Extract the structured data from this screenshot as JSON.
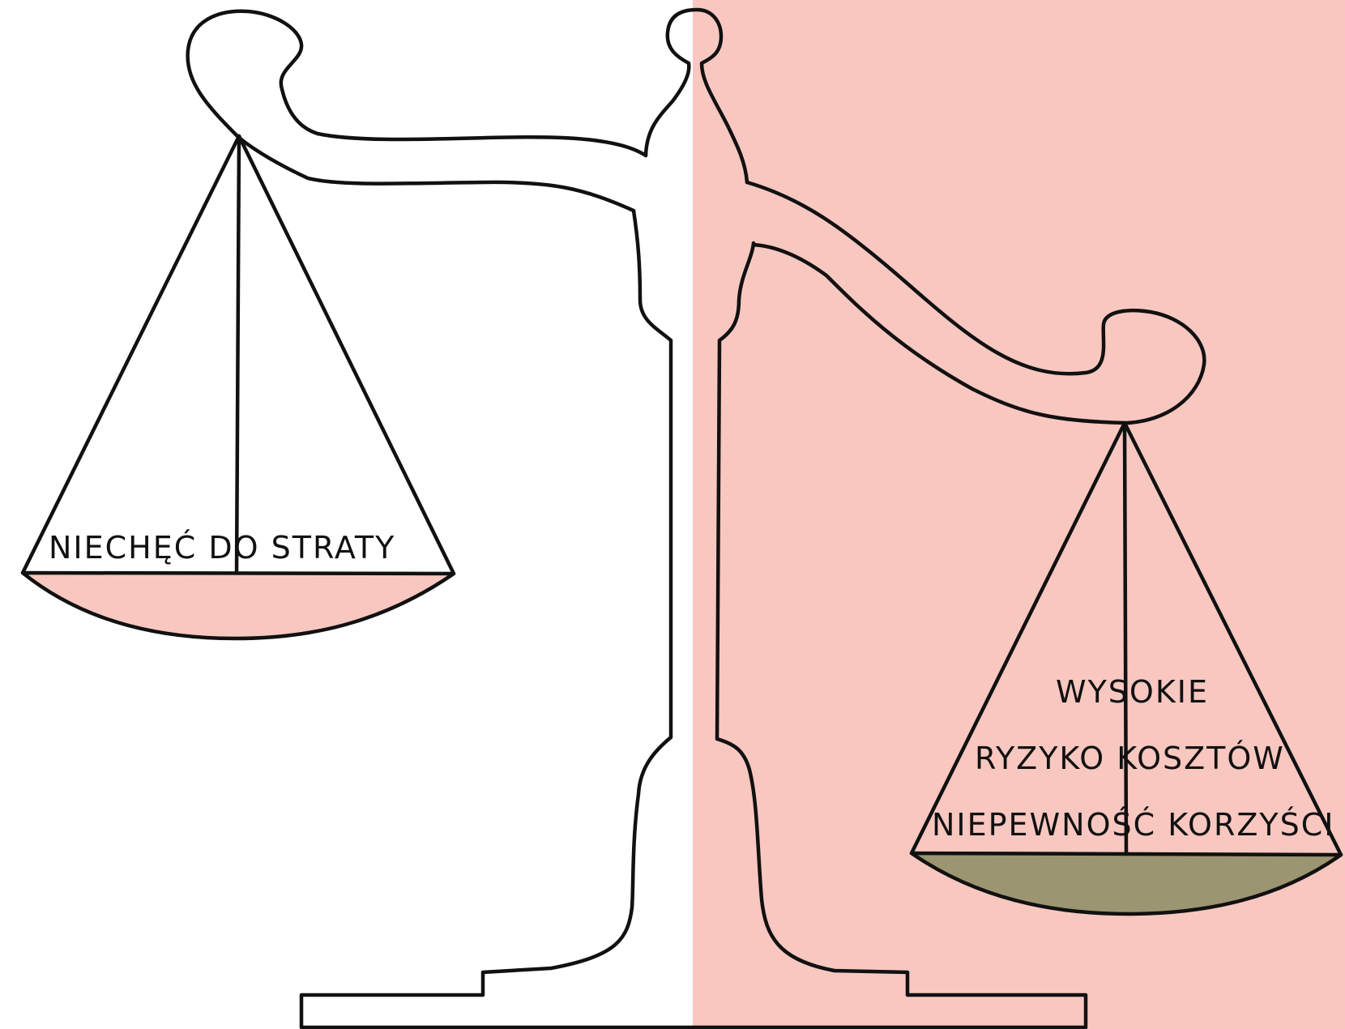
{
  "colors": {
    "right_background": "#f8c7c0",
    "left_pan_fill": "#f8c7c0",
    "right_pan_fill": "#9b9571",
    "outline": "#111111"
  },
  "left_pan": {
    "label": "NIECHĘĆ DO STRATY"
  },
  "right_pan": {
    "lines": [
      "WYSOKIE",
      "RYZYKO  KOSZTÓW",
      "NIEPEWNOŚĆ KORZYŚCI"
    ]
  }
}
